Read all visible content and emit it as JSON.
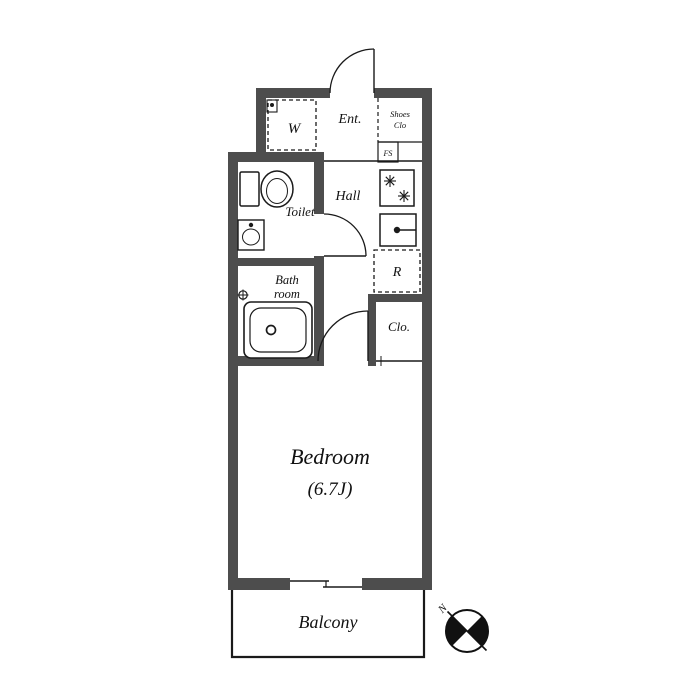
{
  "colors": {
    "wall": "#4d4d4d",
    "line": "#1a1a1a",
    "text": "#111111",
    "background": "#ffffff"
  },
  "labels": {
    "entrance": "Ent.",
    "shoes_closet_line1": "Shoes",
    "shoes_closet_line2": "Clo",
    "pipe_space": "FS",
    "washer": "W",
    "toilet": "Toilet",
    "hall": "Hall",
    "bath_line1": "Bath",
    "bath_line2": "room",
    "refrigerator": "R",
    "closet": "Clo.",
    "bedroom": "Bedroom",
    "bedroom_size": "(6.7J)",
    "balcony": "Balcony",
    "compass_north": "N"
  }
}
